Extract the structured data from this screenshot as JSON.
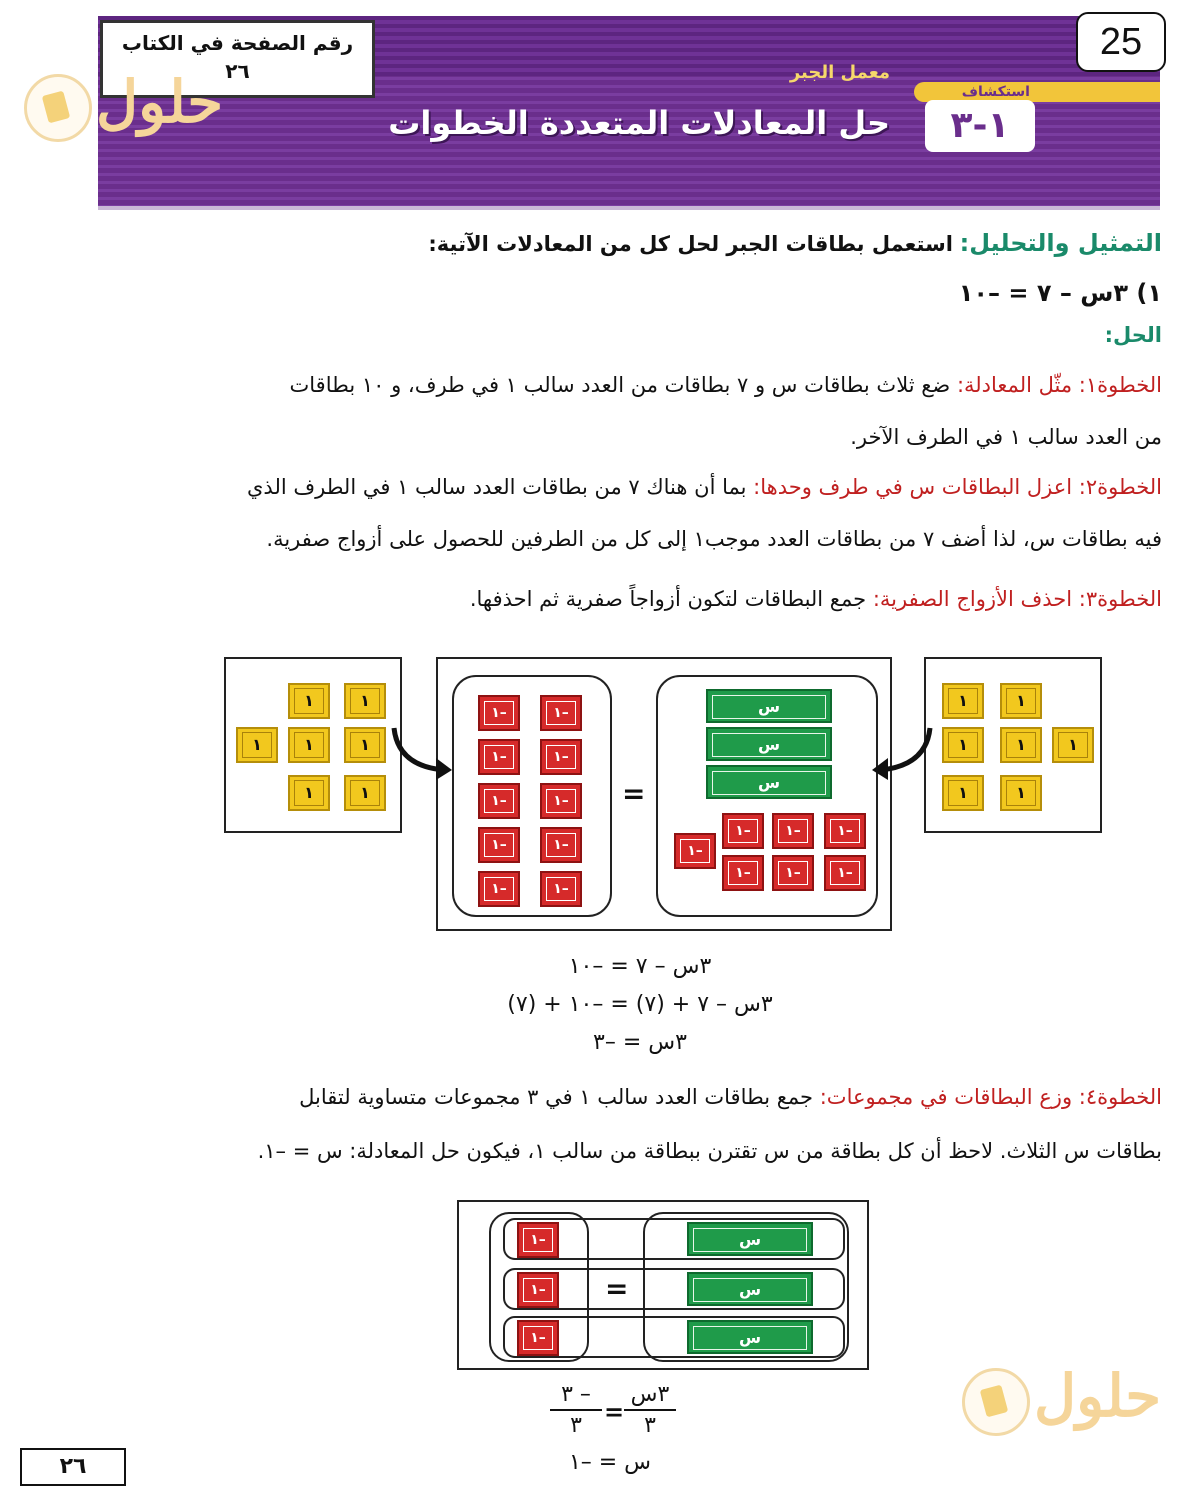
{
  "header": {
    "book_page_label": "رقم الصفحة في الكتاب",
    "book_page_number": "٢٦",
    "badge_number": "25",
    "lab_label": "معمل الجبر",
    "explore_label": "استكشاف",
    "lesson_number": "١-٣",
    "lesson_title": "حل المعادلات المتعددة الخطوات"
  },
  "watermark": {
    "logo_text": "حلول"
  },
  "intro": {
    "heading": "التمثيل والتحليل:",
    "instruction": "استعمل بطاقات الجبر لحل كل من المعادلات الآتية:"
  },
  "problem": {
    "equation": "١) ٣س – ٧ = –١٠",
    "solution_label": "الحل:"
  },
  "steps": [
    {
      "title": "الخطوة١: مثّل المعادلة:",
      "text": "ضع ثلاث بطاقات س و ٧ بطاقات من العدد سالب ١ في طرف، و ١٠ بطاقات",
      "text2": "من العدد سالب ١ في الطرف الآخر."
    },
    {
      "title": "الخطوة٢: اعزل البطاقات س في طرف وحدها:",
      "text": "بما أن هناك ٧ من بطاقات العدد سالب ١ في الطرف الذي",
      "text2": "فيه بطاقات س، لذا أضف ٧ من بطاقات العدد موجب١ إلى كل من الطرفين للحصول على أزواج صفرية."
    },
    {
      "title": "الخطوة٣: احذف الأزواج الصفرية:",
      "text": "جمع البطاقات لتكون أزواجاً صفرية ثم احذفها."
    },
    {
      "title": "الخطوة٤: وزع البطاقات في مجموعات:",
      "text": "جمع بطاقات العدد سالب ١ في ٣ مجموعات متساوية لتقابل",
      "text2": "بطاقات س الثلاث. لاحظ أن كل بطاقة من س تقترن ببطاقة من سالب ١، فيكون حل المعادلة: س = –١."
    }
  ],
  "tiles": {
    "one": "١",
    "neg_one": "١–",
    "x": "س",
    "equals": "="
  },
  "equations_block1": [
    "٣س – ٧ = –١٠",
    "٣س – ٧ + (٧) = –١٠ + (٧)",
    "٣س = –٣"
  ],
  "equations_block2": {
    "lhs_num": "٣س",
    "lhs_den": "٣",
    "rhs_num": "٣ –",
    "rhs_den": "٣",
    "final": "س = –١"
  },
  "footer": {
    "page_number": "٢٦"
  },
  "colors": {
    "banner_purple": "#6a2e8c",
    "accent_green": "#1a8a6a",
    "accent_red": "#c02020",
    "tile_yellow": "#f2c81e",
    "tile_red": "#d62a2a",
    "tile_green": "#1f9b4a"
  }
}
